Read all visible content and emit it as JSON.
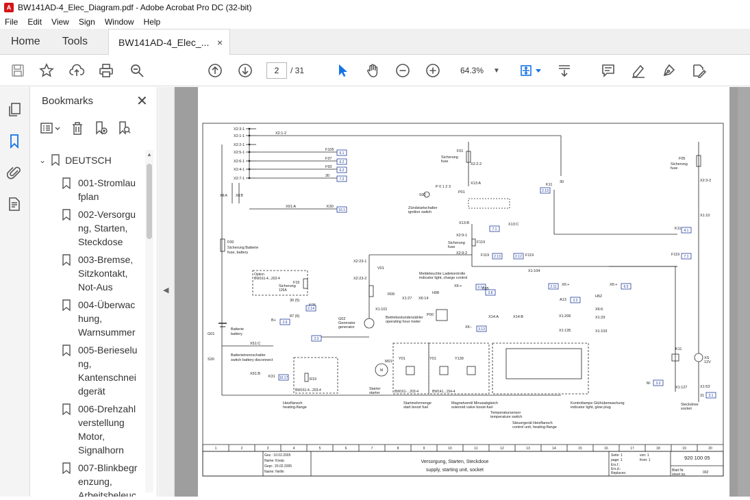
{
  "window": {
    "title": "BW141AD-4_Elec_Diagram.pdf - Adobe Acrobat Pro DC (32-bit)",
    "app_icon": "acrobat-icon"
  },
  "menu": [
    "File",
    "Edit",
    "View",
    "Sign",
    "Window",
    "Help"
  ],
  "tabs": {
    "home": "Home",
    "tools": "Tools",
    "doc": "BW141AD-4_Elec_...",
    "close": "×"
  },
  "toolbar": {
    "page_current": "2",
    "page_total": "/ 31",
    "zoom": "64.3%"
  },
  "bookmarks": {
    "title": "Bookmarks",
    "close": "✕",
    "root": "DEUTSCH",
    "items": [
      [
        "001-Stromlau",
        "fplan"
      ],
      [
        "002-Versorgu",
        "ng, Starten,",
        "Steckdose"
      ],
      [
        "003-Bremse,",
        "Sitzkontakt,",
        "Not-Aus"
      ],
      [
        "004-Überwac",
        "hung,",
        "Warnsummer"
      ],
      [
        "005-Berieselu",
        "ng,",
        "Kantenschnei",
        "dgerät"
      ],
      [
        "006-Drehzahl",
        "verstellung",
        "Motor,",
        "Signalhorn"
      ],
      [
        "007-Blinkbegr",
        "enzung,",
        "Arbeitsbeleuc"
      ]
    ]
  },
  "diagram": {
    "left_labels": [
      "X2:3-1",
      "X2:1-1",
      "X2:2-1",
      "X2:5-1",
      "X2:6-1",
      "X2:4-1",
      "X2:7-1"
    ],
    "x21_2": "X2:1-2",
    "refs": [
      "F105",
      "F37",
      "F93",
      "30"
    ],
    "boxes": [
      "6.1",
      "6.2",
      "6.2",
      "7.2"
    ],
    "f00": [
      "F00",
      "Sicherung Batterie",
      "fuse, battery"
    ],
    "x91a": "X91:A",
    "k30": "K30",
    "box101": "10.1",
    "x8a": "X8:A",
    "x8b": "X8:B",
    "option": "Option",
    "bw161_202": "BW161-4...202-4",
    "f15": [
      "F15",
      "Sicherung",
      "fuse",
      "125A"
    ],
    "k05_30": "30 (5)",
    "k05": "K05",
    "box214": "2.14",
    "b_plus": "B+",
    "box29": "2.9",
    "x876": "87 (6)",
    "g01": "G01",
    "batterie": [
      "Batterie",
      "battery"
    ],
    "s30": "S30",
    "x51c": "X51:C",
    "batt_sw": [
      "Batterietrennschalter",
      "switch battery disconnect"
    ],
    "x91b": "X91:B",
    "k31": "K31",
    "box1017": "10.17",
    "r19": "R19",
    "bw161_203": "BW161-4...203-4",
    "heizflansch": [
      "Heizflansch",
      "heating-flange"
    ],
    "f01": [
      "F01",
      "Sicherung",
      "fuse"
    ],
    "x22_2": "X2:2-2",
    "x13a": "X13:A",
    "s00": "S00",
    "p0123": "P 0 1 2 3",
    "p01": "P01",
    "zuend": [
      "Zündstartschalter",
      "ignition switch"
    ],
    "x13b": "X13:B",
    "x13c": "X13:C",
    "box71": "7.1",
    "x29_1": "X2:9-1",
    "f119": "F119",
    "f119_lbl": [
      "Sicherung",
      "fuse"
    ],
    "x29_2": "X2:9-2",
    "box213": "2.13",
    "box212": "2.12",
    "x23_1": "X2:23-1",
    "v01": "V01",
    "x23_2": "X2:23-2",
    "melde": [
      "Meldeleuchte Ladekontrolle",
      "indicator light, charge control"
    ],
    "h08": "H08",
    "box314": "3.14",
    "x6plus": "X6:+",
    "k05_2": "K05",
    "box38": "3.8",
    "r09": "R09",
    "x127": "X1:27",
    "x614": "X6:14",
    "x1101": "X1:101",
    "p00": "P00",
    "betrieb": [
      "Betriebsstundenzähler",
      "operating hour meter"
    ],
    "g02": [
      "G02",
      "Generator",
      "generator"
    ],
    "x6minus": "X6:-",
    "box313": "3.13",
    "box23": "2.3",
    "m01": "M01",
    "starter": [
      "Starter",
      "starter"
    ],
    "y01": "Y01",
    "y139": "Y139",
    "bw161_203b": "BW161-...203-4",
    "bw141_154": "BW141...154-4",
    "startmag": [
      "Startmehrmenge",
      "start boost fuel"
    ],
    "magnetv": [
      "Magnetventil Minusabgleich",
      "solenoid valve boost-fuel"
    ],
    "tempsensor": [
      "Temperatursensor",
      "temperature switch"
    ],
    "steuer": [
      "Steuergerät Heizflansch",
      "control unit, heating-flange"
    ],
    "x14a": "X14:A",
    "x14b": "X14:B",
    "x1104": "X1:104",
    "x1206": "X1:206",
    "x1135": "X1:135",
    "a13": "A13",
    "box22": "2.2",
    "h52": "H52",
    "box65": "6.5",
    "box211": "2.11",
    "x66": "X6:6",
    "x129": "X1:29",
    "x1103": "X1:103",
    "kontroll": [
      "Kontrollampe Glühüberwachung",
      "indicator light, glow plug"
    ],
    "k11": "K11",
    "box219": "2.19",
    "f05": [
      "F05",
      "Sicherung",
      "fuse"
    ],
    "x23_2b": "X2:3-2",
    "x110": "X1:10",
    "box41": "4.1",
    "x153": "X1:53",
    "box31": "3.1",
    "xs": [
      "XS",
      "12V"
    ],
    "steckdose": [
      "Steckdose",
      "socket"
    ],
    "x1127": "X1:127",
    "box33": "3.3",
    "title_de": "Versorgung, Starten, Steckdose",
    "title_en": "supply, starting unit, socket",
    "drawing_no": "920 100 05",
    "tb_left": [
      "Gez.: 10.02.2005",
      "Name: Kneip",
      "Gepr.: 20.02.2005",
      "Name: Nellin"
    ],
    "tb_right": [
      "Seite: 1",
      "page: 1",
      "von: 1",
      "from: 1",
      "Ers.f.:",
      "Ers.d.:",
      "Replaces:",
      "Blatt Nr.",
      "sheet no.",
      "002"
    ],
    "columns": [
      "1",
      "2",
      "3",
      "4",
      "5",
      "6",
      "7",
      "8",
      "9",
      "10",
      "11",
      "12",
      "13",
      "14",
      "15",
      "16",
      "17",
      "18",
      "19",
      "20"
    ]
  }
}
